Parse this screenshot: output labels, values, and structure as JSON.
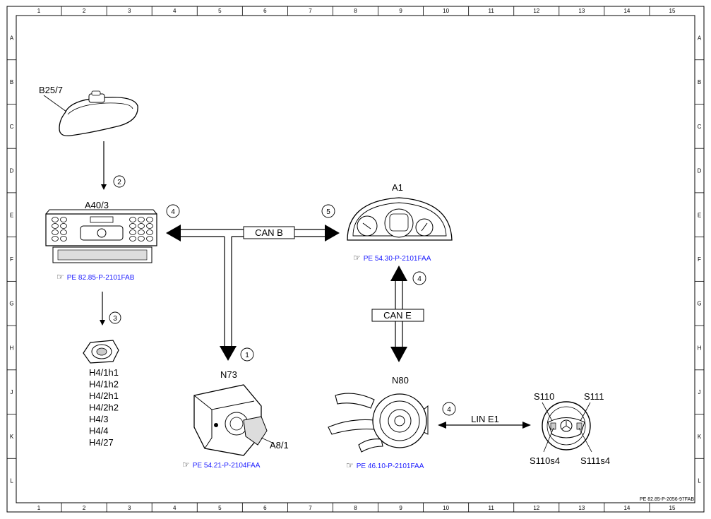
{
  "grid": {
    "columns": [
      "1",
      "2",
      "3",
      "4",
      "5",
      "6",
      "7",
      "8",
      "9",
      "10",
      "11",
      "12",
      "13",
      "14",
      "15"
    ],
    "rows": [
      "A",
      "B",
      "C",
      "D",
      "E",
      "F",
      "G",
      "H",
      "J",
      "K",
      "L"
    ]
  },
  "components": {
    "mirror": "B25/7",
    "head_unit": "A40/3",
    "cluster": "A1",
    "ignition": "N73",
    "key": "A8/1",
    "steering_module": "N80",
    "switch_left": "S110",
    "switch_right": "S111",
    "switch_left_btn": "S110s4",
    "switch_right_btn": "S111s4",
    "speakers": [
      "H4/1h1",
      "H4/1h2",
      "H4/2h1",
      "H4/2h2",
      "H4/3",
      "H4/4",
      "H4/27"
    ]
  },
  "buses": {
    "can_b": "CAN B",
    "can_e": "CAN E",
    "lin": "LIN E1"
  },
  "markers": {
    "m_mirror": "2",
    "m_speaker": "3",
    "m_can_b_left": "4",
    "m_can_b_right": "5",
    "m_ignition": "1",
    "m_can_e": "4",
    "m_lin": "4"
  },
  "references": {
    "head_unit": "PE 82.85-P-2101FAB",
    "cluster": "PE 54.30-P-2101FAA",
    "ignition": "PE 54.21-P-2104FAA",
    "steering_module": "PE 46.10-P-2101FAA",
    "ref_icon": "☞"
  },
  "doc_code": "PE 82.85-P-2056-97FAB"
}
